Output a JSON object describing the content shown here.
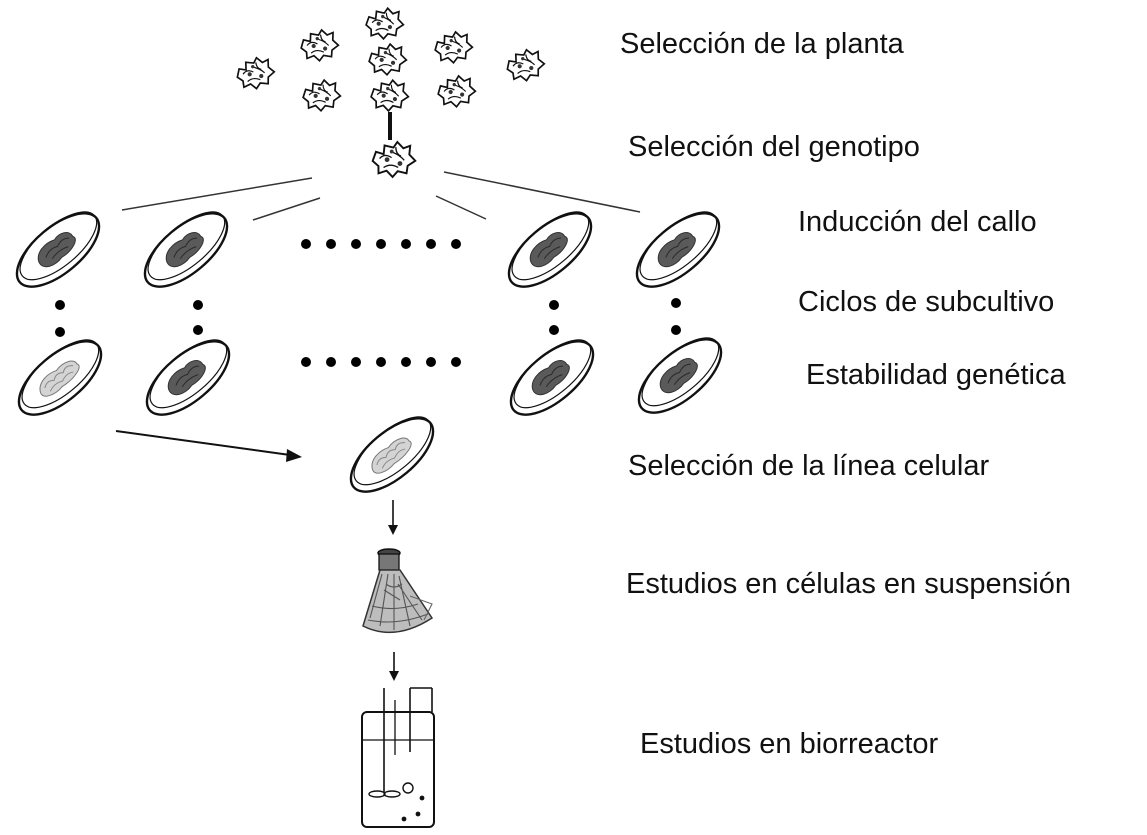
{
  "steps": [
    {
      "label": "Selección de la planta"
    },
    {
      "label": "Selección del genotipo"
    },
    {
      "label": "Inducción del callo"
    },
    {
      "label": "Ciclos de subcultivo"
    },
    {
      "label": "Estabilidad genética"
    },
    {
      "label": "Selección de la línea celular"
    },
    {
      "label": "Estudios en células en suspensión"
    },
    {
      "label": "Estudios en biorreactor"
    }
  ],
  "colors": {
    "ink": "#111111",
    "callus": "#5a5a5a",
    "callus_light": "#c9c9c9",
    "flower": "#ffffff"
  },
  "icons": [
    "flower-icon",
    "petri-dish-icon",
    "flask-icon",
    "bioreactor-icon",
    "arrow-icon"
  ]
}
